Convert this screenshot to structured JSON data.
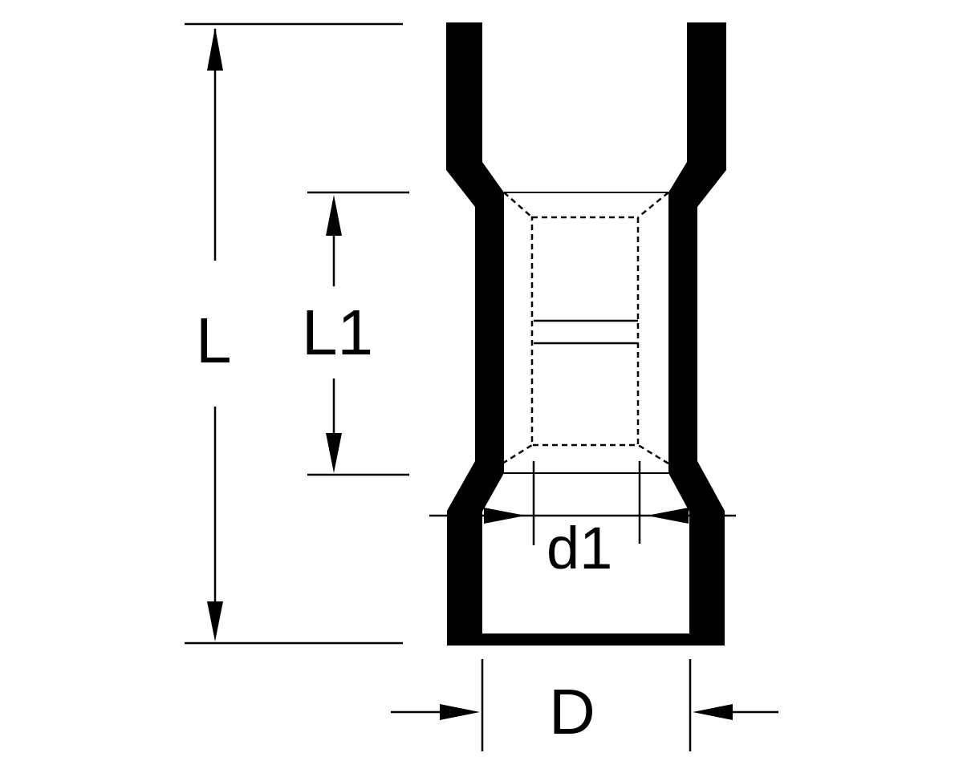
{
  "labels": {
    "length": "L",
    "inner_length": "L1",
    "inner_diameter": "d1",
    "outer_diameter": "D"
  },
  "colors": {
    "ink": "#000000",
    "background": "#ffffff"
  }
}
